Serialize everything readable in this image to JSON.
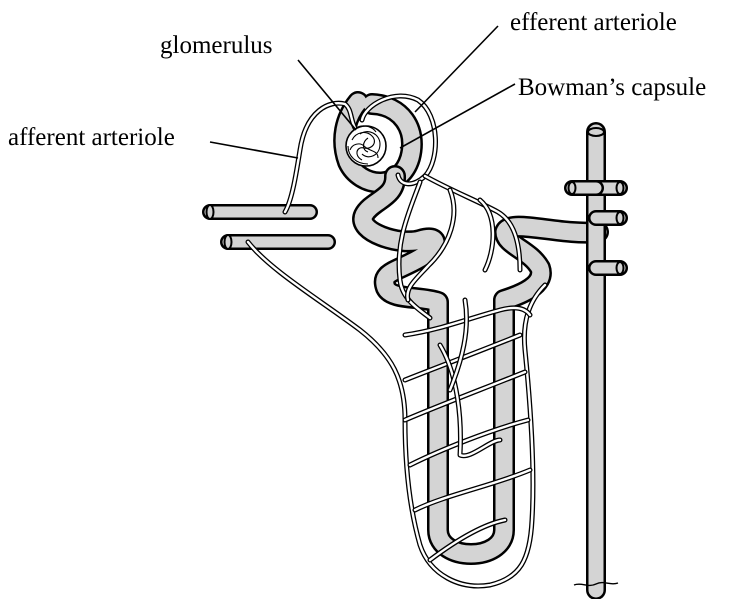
{
  "labels": {
    "glomerulus": "glomerulus",
    "efferent_arteriole": "efferent arteriole",
    "bowmans_capsule": "Bowman’s capsule",
    "afferent_arteriole": "afferent arteriole"
  },
  "colors": {
    "tubule_fill": "#d4d4d4",
    "outline": "#000000",
    "vessel_core": "#ffffff"
  }
}
